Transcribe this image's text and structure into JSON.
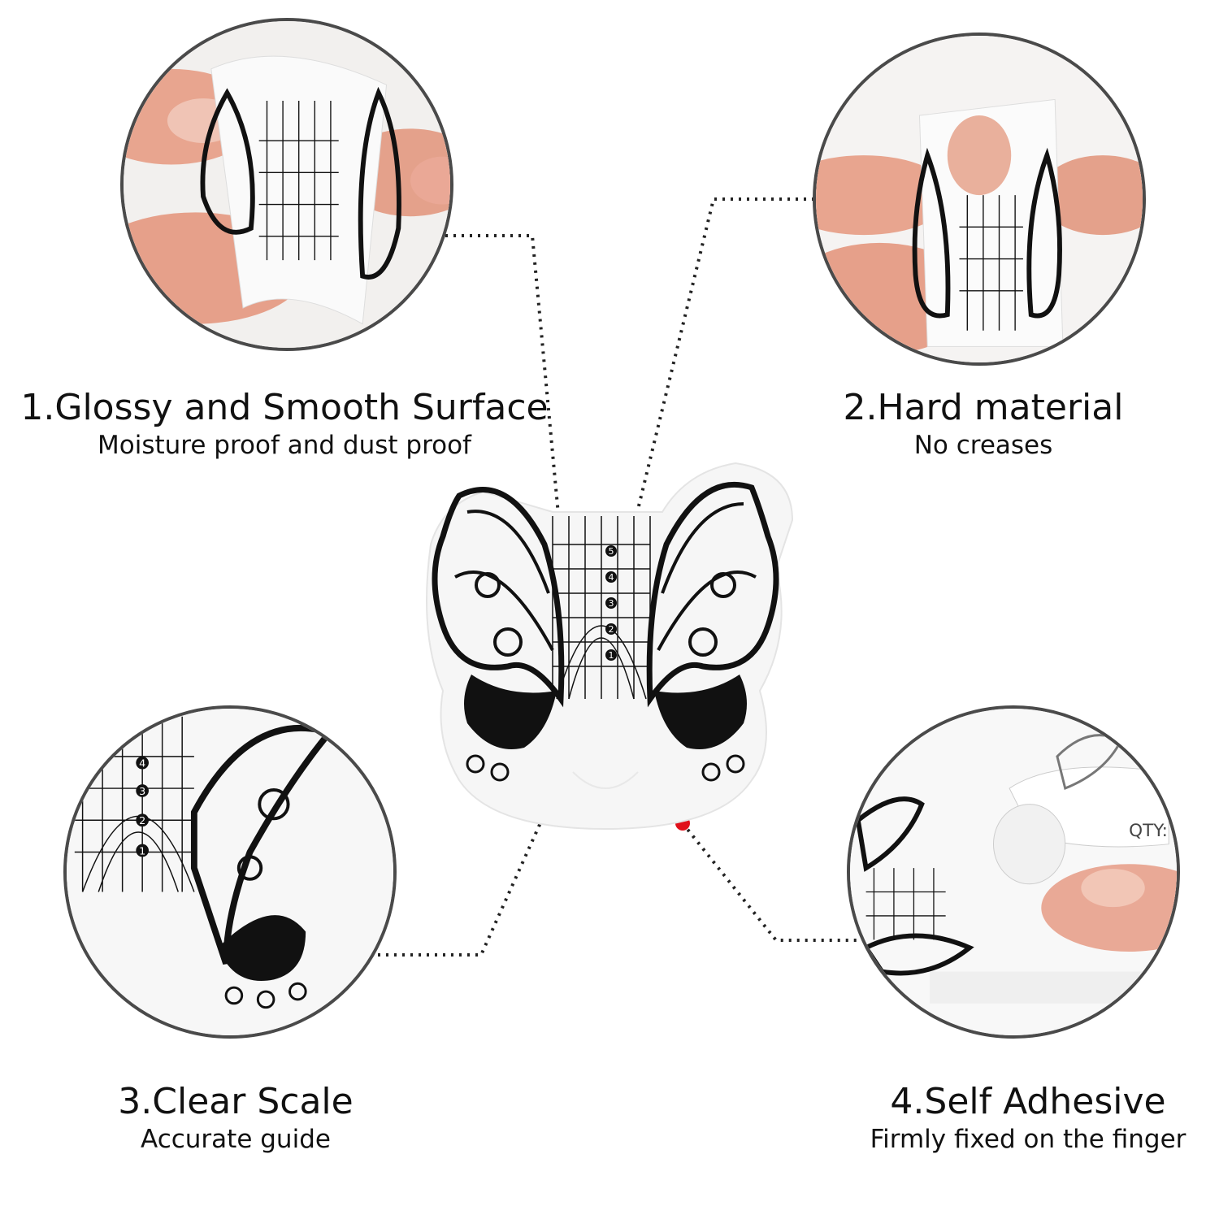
{
  "features": [
    {
      "title": "1.Glossy and Smooth Surface",
      "subtitle": "Moisture proof and dust proof"
    },
    {
      "title": "2.Hard material",
      "subtitle": "No creases"
    },
    {
      "title": "3.Clear Scale",
      "subtitle": "Accurate guide"
    },
    {
      "title": "4.Self Adhesive",
      "subtitle": "Firmly fixed on the finger"
    }
  ],
  "scale_numbers": [
    "5",
    "4",
    "3",
    "2",
    "1"
  ],
  "closeup_scale_numbers": [
    "4",
    "3",
    "2",
    "1"
  ],
  "label_qty": "QTY:",
  "colors": {
    "accent_dot": "#e0101a",
    "ink": "#111111",
    "skin": "#e8a58f",
    "ring": "#4a4a4a"
  }
}
